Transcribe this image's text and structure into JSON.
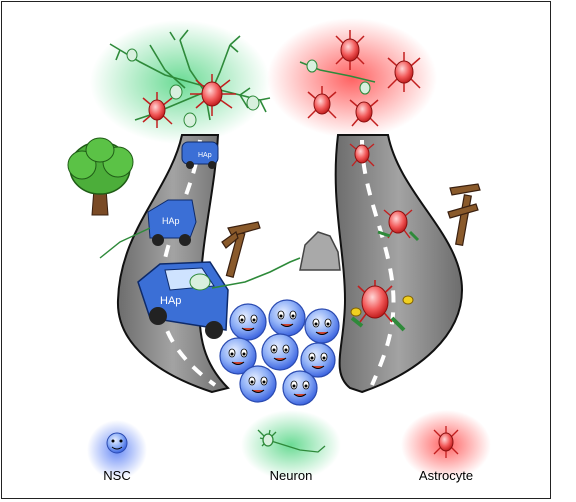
{
  "legend": {
    "items": [
      {
        "label": "NSC",
        "color": "#4a6cf0"
      },
      {
        "label": "Neuron",
        "color": "#2ec46a"
      },
      {
        "label": "Astrocyte",
        "color": "#f03a3a"
      }
    ]
  },
  "cars": [
    {
      "plate": "HAp"
    },
    {
      "plate": "HAp"
    },
    {
      "plate": "HAp"
    }
  ],
  "colors": {
    "road": "#8a8a8a",
    "road_edge": "#111111",
    "lane_mark": "#ffffff",
    "nsc_fill": "#7fa2f5",
    "neuron_glow": "#7ee0a3",
    "astro_glow": "#ff7070",
    "car_body": "#3b6fd6",
    "tree_green": "#4cae3a",
    "trunk": "#7a4a25",
    "rock": "#a9a9a9"
  }
}
